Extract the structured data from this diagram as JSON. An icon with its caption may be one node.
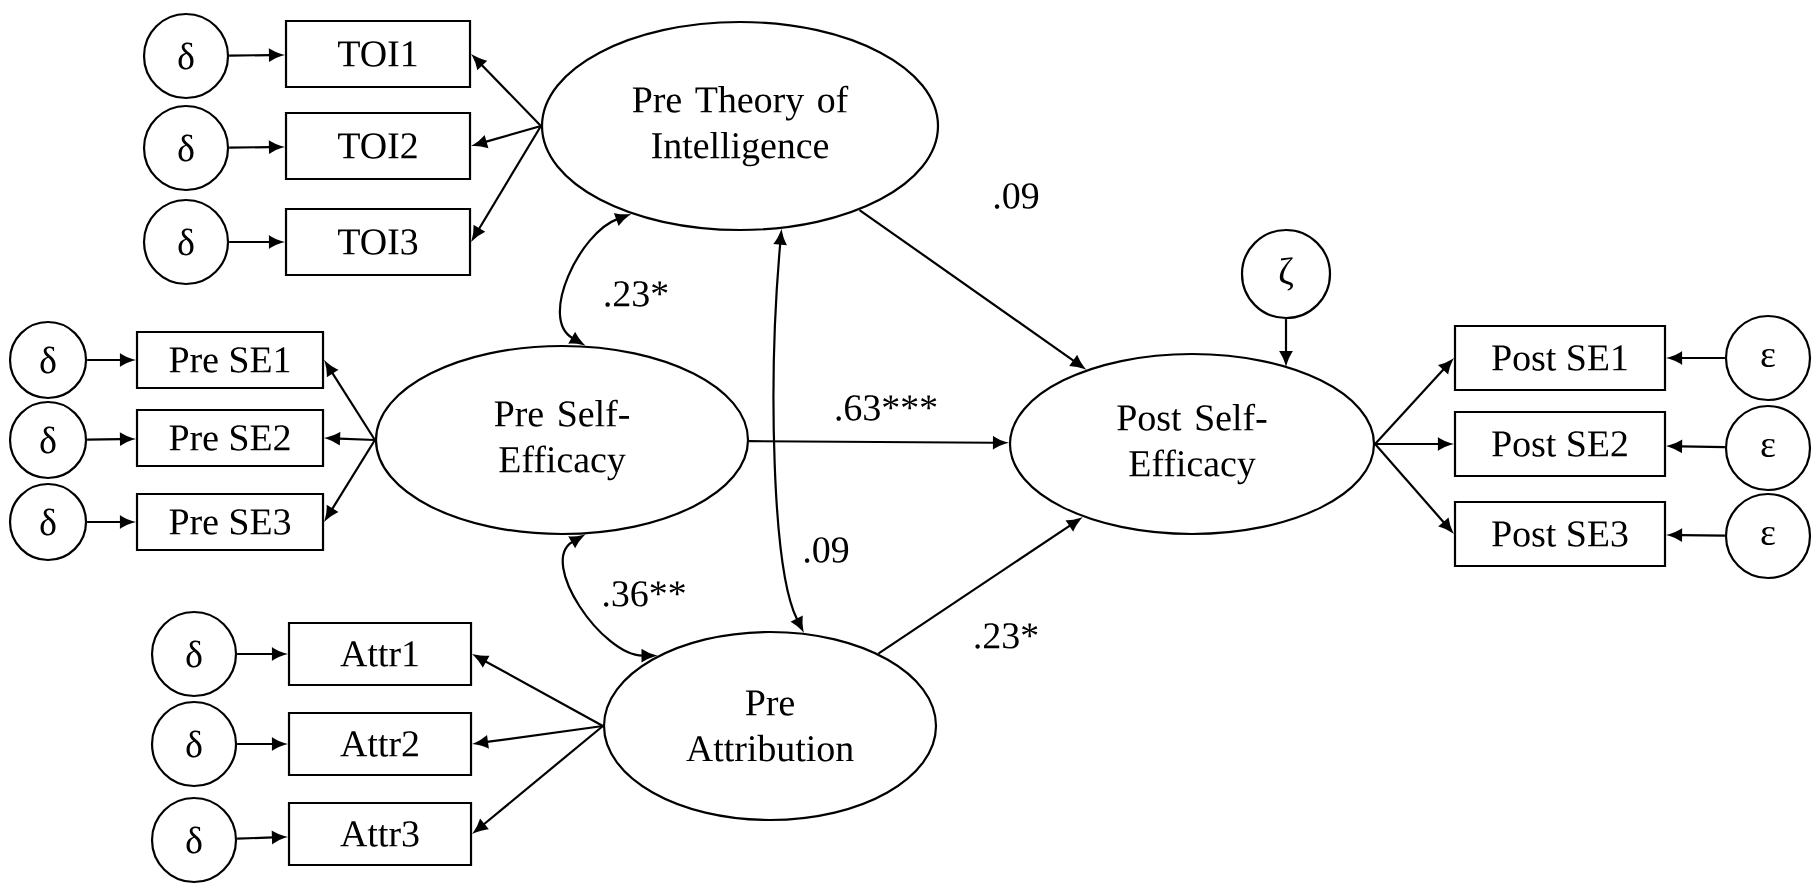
{
  "diagram": {
    "nodes": [
      {
        "text": [
          "δ"
        ]
      },
      {
        "text": [
          "TOI1"
        ]
      },
      {
        "text": [
          "δ"
        ]
      },
      {
        "text": [
          "TOI2"
        ]
      },
      {
        "text": [
          "δ"
        ]
      },
      {
        "text": [
          "TOI3"
        ]
      },
      {
        "text": [
          "Pre Theory of Intelligence"
        ]
      },
      {
        "text": [
          "δ"
        ]
      },
      {
        "text": [
          "Pre SE1"
        ]
      },
      {
        "text": [
          "δ"
        ]
      },
      {
        "text": [
          "Pre SE2"
        ]
      },
      {
        "text": [
          "δ"
        ]
      },
      {
        "text": [
          "Pre SE3"
        ]
      },
      {
        "text": [
          "Pre Self-Efficacy"
        ]
      },
      {
        "text": [
          "δ"
        ]
      },
      {
        "text": [
          "Attr1"
        ]
      },
      {
        "text": [
          "δ"
        ]
      },
      {
        "text": [
          "Attr2"
        ]
      },
      {
        "text": [
          "δ"
        ]
      },
      {
        "text": [
          "Attr3"
        ]
      },
      {
        "text": [
          "Pre Attribution"
        ]
      },
      {
        "text": [
          "ζ"
        ]
      },
      {
        "text": [
          "Post Self-Efficacy"
        ]
      },
      {
        "text": [
          "Post SE1"
        ]
      },
      {
        "text": [
          "ε"
        ]
      },
      {
        "text": [
          "Post SE2"
        ]
      },
      {
        "text": [
          "ε"
        ]
      },
      {
        "text": [
          "Post SE3"
        ]
      },
      {
        "text": [
          "ε"
        ]
      }
    ],
    "edges": [
      {
        "from": 0,
        "to": 1,
        "arrow": "to"
      },
      {
        "from": 2,
        "to": 3,
        "arrow": "to"
      },
      {
        "from": 4,
        "to": 5,
        "arrow": "to"
      },
      {
        "from": 6,
        "to": 1,
        "arrow": "to"
      },
      {
        "from": 6,
        "to": 3,
        "arrow": "to"
      },
      {
        "from": 6,
        "to": 5,
        "arrow": "to"
      },
      {
        "from": 7,
        "to": 8,
        "arrow": "to"
      },
      {
        "from": 9,
        "to": 10,
        "arrow": "to"
      },
      {
        "from": 11,
        "to": 12,
        "arrow": "to"
      },
      {
        "from": 13,
        "to": 8,
        "arrow": "to"
      },
      {
        "from": 13,
        "to": 10,
        "arrow": "to"
      },
      {
        "from": 13,
        "to": 12,
        "arrow": "to"
      },
      {
        "from": 14,
        "to": 15,
        "arrow": "to"
      },
      {
        "from": 16,
        "to": 17,
        "arrow": "to"
      },
      {
        "from": 18,
        "to": 19,
        "arrow": "to"
      },
      {
        "from": 20,
        "to": 15,
        "arrow": "to"
      },
      {
        "from": 20,
        "to": 17,
        "arrow": "to"
      },
      {
        "from": 20,
        "to": 19,
        "arrow": "to"
      },
      {
        "from": 6,
        "to": 13,
        "arrow": "both",
        "label": ".23*"
      },
      {
        "from": 13,
        "to": 20,
        "arrow": "both",
        "label": ".36**"
      },
      {
        "from": 6,
        "to": 20,
        "arrow": "both",
        "label": ".09"
      },
      {
        "from": 6,
        "to": 22,
        "arrow": "to",
        "label": ".09"
      },
      {
        "from": 13,
        "to": 22,
        "arrow": "to",
        "label": ".63***"
      },
      {
        "from": 20,
        "to": 22,
        "arrow": "to",
        "label": ".23*"
      },
      {
        "from": 21,
        "to": 22,
        "arrow": "to"
      },
      {
        "from": 22,
        "to": 23,
        "arrow": "to"
      },
      {
        "from": 22,
        "to": 25,
        "arrow": "to"
      },
      {
        "from": 22,
        "to": 27,
        "arrow": "to"
      },
      {
        "from": 24,
        "to": 23,
        "arrow": "to"
      },
      {
        "from": 26,
        "to": 25,
        "arrow": "to"
      },
      {
        "from": 28,
        "to": 27,
        "arrow": "to"
      }
    ]
  }
}
